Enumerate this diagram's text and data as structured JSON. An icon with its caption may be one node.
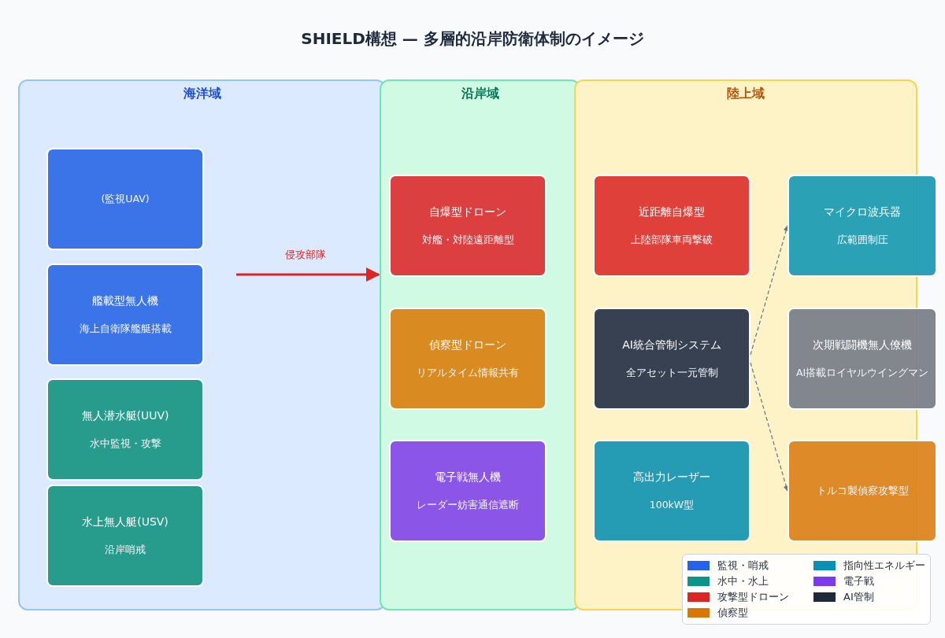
{
  "diagram": {
    "title": "SHIELD構想 — 多層的沿岸防衛体制のイメージ",
    "nodes": [
      {
        "text": [
          "海洋域"
        ]
      },
      {
        "text": [
          "(監視UAV)"
        ],
        "in": 0
      },
      {
        "text": [
          "艦載型無人機",
          "海上自衛隊艦艇搭載"
        ],
        "in": 0
      },
      {
        "text": [
          "無人潜水艇(UUV)",
          "水中監視・攻撃"
        ],
        "in": 0
      },
      {
        "text": [
          "水上無人艇(USV)",
          "沿岸哨戒"
        ],
        "in": 0
      },
      {
        "text": [
          "沿岸域"
        ]
      },
      {
        "text": [
          "自爆型ドローン",
          "対艦・対陸遠距離型"
        ],
        "in": 5
      },
      {
        "text": [
          "偵察型ドローン",
          "リアルタイム情報共有"
        ],
        "in": 5
      },
      {
        "text": [
          "電子戦無人機",
          "レーダー妨害通信遮断"
        ],
        "in": 5
      },
      {
        "text": [
          "陸上域"
        ]
      },
      {
        "text": [
          "近距離自爆型",
          "上陸部隊車両撃破"
        ],
        "in": 9
      },
      {
        "text": [
          "AI統合管制システム",
          "全アセット一元管制"
        ],
        "in": 9
      },
      {
        "text": [
          "高出力レーザー",
          "100kW型"
        ],
        "in": 9
      },
      {
        "text": [
          "マイクロ波兵器",
          "広範囲制圧"
        ]
      },
      {
        "text": [
          "次期戦闘機無人僚機",
          "AI搭載ロイヤルウイングマン"
        ]
      },
      {
        "text": [
          "トルコ製偵察攻撃型"
        ]
      }
    ],
    "edges": [
      {
        "from": null,
        "to": 5,
        "arrow": "to",
        "label": "侵攻部隊",
        "style": "thick",
        "color": "#dc2626"
      },
      {
        "from": 11,
        "to": 13,
        "arrow": "to",
        "style": "dashed"
      },
      {
        "from": 11,
        "to": 15,
        "arrow": "to",
        "style": "dashed"
      }
    ],
    "legend": [
      {
        "text": "監視・哨戒",
        "color": "#2563eb"
      },
      {
        "text": "水中・水上",
        "color": "#0d9488"
      },
      {
        "text": "攻撃型ドローン",
        "color": "#dc2626"
      },
      {
        "text": "偵察型",
        "color": "#d97706"
      },
      {
        "text": "指向性エネルギー",
        "color": "#0891b2"
      },
      {
        "text": "電子戦",
        "color": "#7c3aed"
      },
      {
        "text": "AI管制",
        "color": "#1e293b"
      }
    ]
  }
}
